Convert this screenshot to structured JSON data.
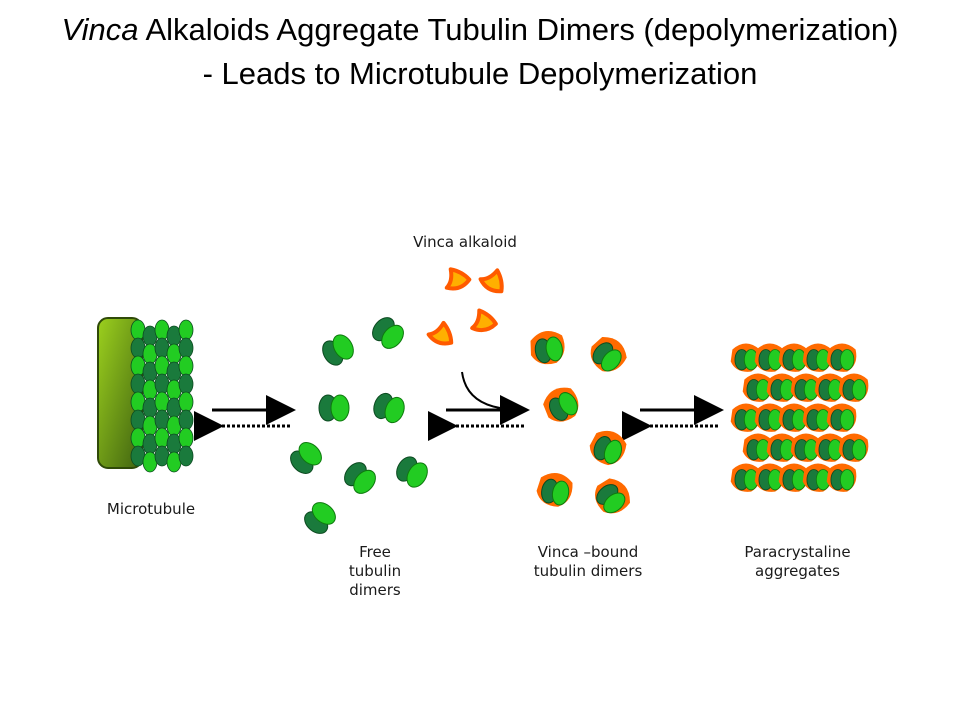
{
  "title": {
    "italic": "Vinca",
    "rest": " Alkaloids Aggregate Tubulin Dimers (depolymerization) - Leads to Microtubule Depolymerization"
  },
  "labels": {
    "vinca_alkaloid": "Vinca alkaloid",
    "microtubule": "Microtubule",
    "free_dimers": "Free\ntubulin\ndimers",
    "vinca_bound": "Vinca –bound\ntubulin dimers",
    "aggregates": "Paracrystaline\naggregates"
  },
  "colors": {
    "alpha_tubulin": "#22cc22",
    "beta_tubulin": "#1a7a3c",
    "vinca_orange": "#ff6a00",
    "vinca_yellow": "#ffb000",
    "microtubule_dark": "#3f6a10",
    "microtubule_light": "#8ec21c"
  }
}
